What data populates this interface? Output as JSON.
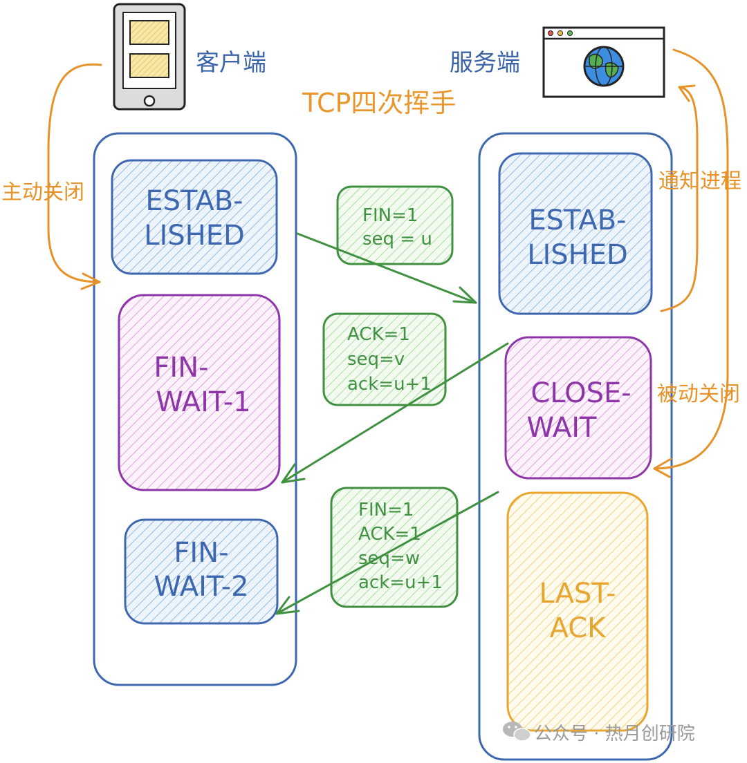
{
  "title": "TCP四次挥手",
  "client": {
    "label": "客户端"
  },
  "server": {
    "label": "服务端"
  },
  "side_labels": {
    "active_close": "主动关闭",
    "notify_process": "通知进程",
    "passive_close": "被动关闭"
  },
  "client_states": [
    {
      "line1": "ESTAB-",
      "line2": "LISHED"
    },
    {
      "line1": "FIN-",
      "line2": "WAIT-1"
    },
    {
      "line1": "FIN-",
      "line2": "WAIT-2"
    }
  ],
  "server_states": [
    {
      "line1": "ESTAB-",
      "line2": "LISHED"
    },
    {
      "line1": "CLOSE-",
      "line2": "WAIT"
    },
    {
      "line1": "LAST-",
      "line2": "ACK"
    }
  ],
  "messages": [
    {
      "lines": [
        "FIN=1",
        "seq = u"
      ]
    },
    {
      "lines": [
        "ACK=1",
        "seq=v",
        "ack=u+1"
      ]
    },
    {
      "lines": [
        "FIN=1",
        "ACK=1",
        "seq=w",
        "ack=u+1"
      ]
    }
  ],
  "watermark": "公众号 · 热月创研院",
  "colors": {
    "blue": "#3d68b0",
    "purple": "#8e35a8",
    "orange_state": "#e8a530",
    "green": "#3f9140",
    "orange_arrow": "#e69228",
    "title_orange": "#e9962d",
    "label_blue": "#3b63a8"
  }
}
